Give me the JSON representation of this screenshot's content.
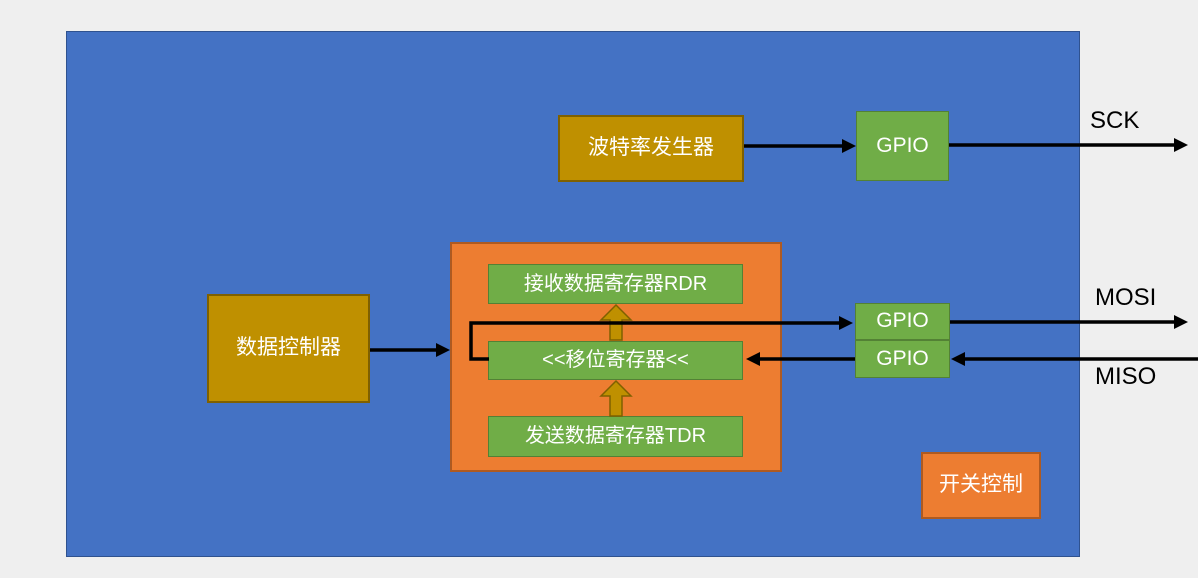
{
  "colors": {
    "background": "#EFEFEF",
    "panel_blue": "#4472C4",
    "panel_blue_border": "#2F528F",
    "gold": "#BF9000",
    "gold_border": "#7F6000",
    "green": "#70AD47",
    "green_border": "#538135",
    "orange": "#ED7D31",
    "orange_border": "#AE5A21",
    "connector_black": "#000000",
    "text_on_blocks": "#FFFFFF",
    "signal_label_text": "#000000"
  },
  "blocks": {
    "baud_rate_generator": "波特率发生器",
    "gpio_sck": "GPIO",
    "data_controller": "数据控制器",
    "receive_register": "接收数据寄存器RDR",
    "shift_register": "<<移位寄存器<<",
    "transmit_register": "发送数据寄存器TDR",
    "gpio_mosi": "GPIO",
    "gpio_miso": "GPIO",
    "switch_control": "开关控制"
  },
  "signal_labels": {
    "sck": "SCK",
    "mosi": "MOSI",
    "miso": "MISO"
  }
}
